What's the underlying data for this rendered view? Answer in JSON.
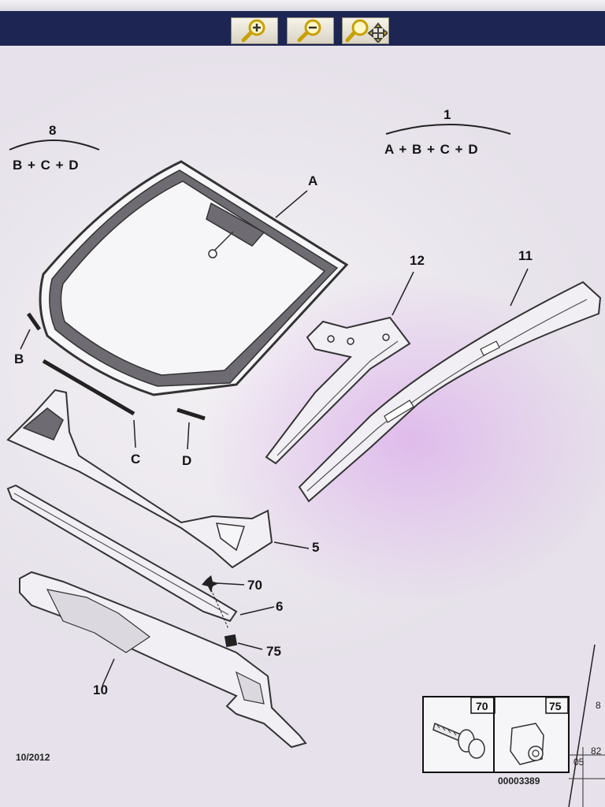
{
  "toolbar": {
    "buttons": [
      {
        "name": "zoom-in-button",
        "icon": "zoom-in-icon"
      },
      {
        "name": "zoom-out-button",
        "icon": "zoom-out-icon"
      },
      {
        "name": "zoom-pan-button",
        "icon": "zoom-pan-icon"
      }
    ],
    "bg_color": "#1d2552"
  },
  "diagram": {
    "group_8": {
      "number": "8",
      "formula": "B + C + D"
    },
    "group_1": {
      "number": "1",
      "formula": "A + B + C + D"
    },
    "callouts": {
      "A": "A",
      "B": "B",
      "C": "C",
      "D": "D",
      "p12": "12",
      "p11": "11",
      "p5": "5",
      "p70": "70",
      "p6": "6",
      "p75": "75",
      "p10": "10"
    },
    "date": "10/2012",
    "inset": {
      "label_70": "70",
      "label_75": "75"
    },
    "drawing_ref": "00003389",
    "side_notes": {
      "n05": "05",
      "n82": "82",
      "n8": "8"
    }
  }
}
